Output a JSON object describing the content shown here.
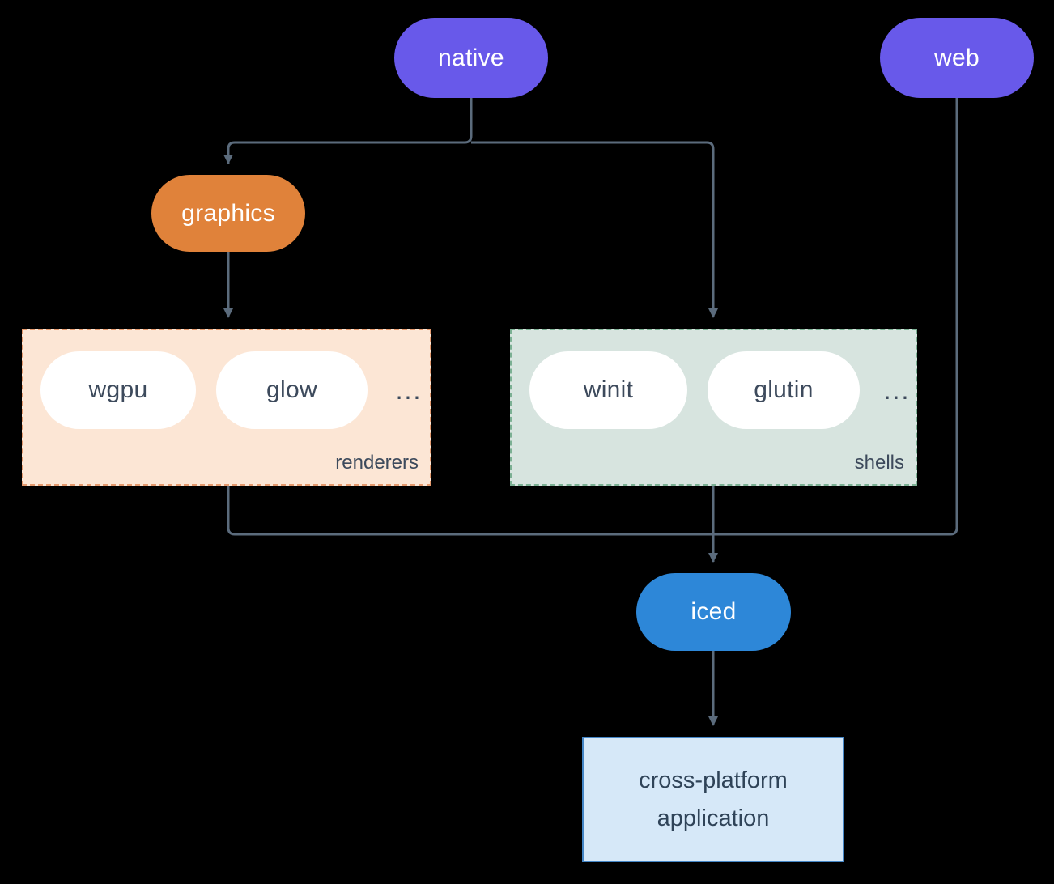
{
  "nodes": {
    "native": "native",
    "web": "web",
    "graphics": "graphics",
    "iced": "iced"
  },
  "groups": {
    "renderers": {
      "label": "renderers",
      "items": [
        "wgpu",
        "glow"
      ],
      "more": "..."
    },
    "shells": {
      "label": "shells",
      "items": [
        "winit",
        "glutin"
      ],
      "more": "..."
    }
  },
  "application_box": {
    "line1": "cross-platform",
    "line2": "application"
  },
  "colors": {
    "background": "#000000",
    "node_purple": "#6859ea",
    "node_orange": "#e0823a",
    "node_blue": "#2d87d8",
    "white_pill": "#ffffff",
    "renderers_fill": "#fce6d5",
    "renderers_border": "#e59a6e",
    "shells_fill": "#d7e4df",
    "shells_border": "#7bb093",
    "app_fill": "#d6e8f8",
    "app_border": "#4586c6",
    "connector": "#5b6b7c",
    "dark_text": "#3d4a5c",
    "light_text": "#ffffff"
  }
}
